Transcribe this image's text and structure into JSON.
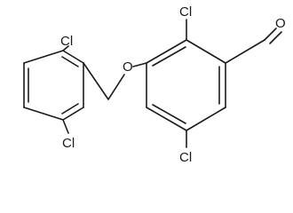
{
  "molecule": {
    "atoms": {
      "cl_top_left": "Cl",
      "cl_bottom_left": "Cl",
      "cl_top_right": "Cl",
      "cl_bottom_right": "Cl",
      "ether_oxygen": "O",
      "aldehyde_oxygen": "O"
    }
  }
}
